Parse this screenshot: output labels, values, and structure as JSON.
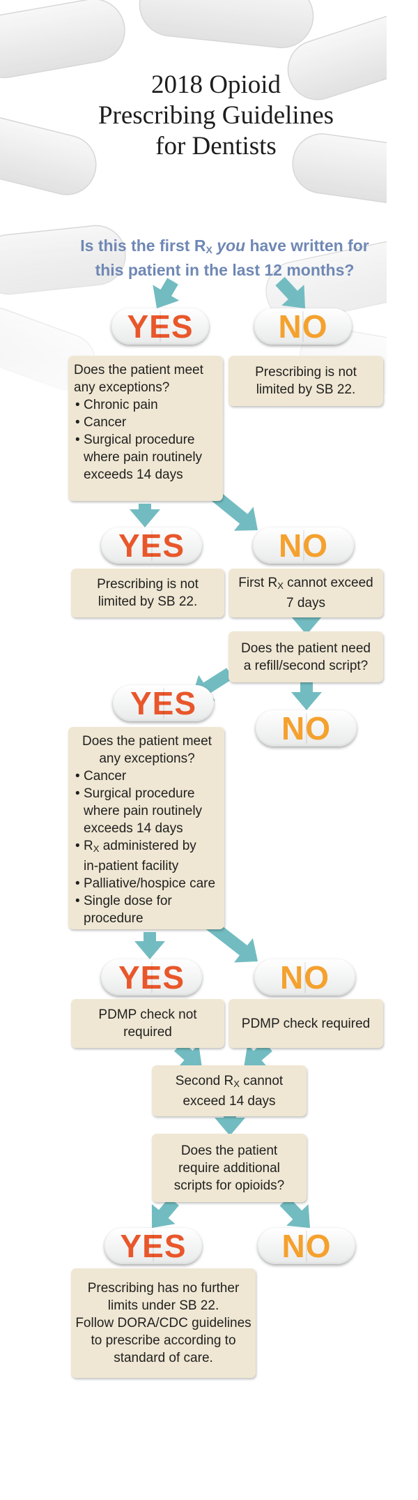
{
  "title": {
    "line1": "2018 Opioid",
    "line2": "Prescribing Guidelines",
    "line3": "for Dentists"
  },
  "question": {
    "part1": "Is this the first R",
    "sub": "X",
    "you": "you",
    "part2": " have written for",
    "line2": "this patient in the last 12 months?"
  },
  "labels": {
    "yes": "YES",
    "no": "NO"
  },
  "boxes": {
    "q1_exceptions": {
      "line1": "Does the patient meet",
      "line2": "any exceptions?",
      "items": [
        "Chronic pain",
        "Cancer",
        "Surgical procedure",
        "where pain routinely",
        "exceeds 14 days"
      ]
    },
    "not_limited_1": {
      "line1": "Prescribing is not",
      "line2": "limited by SB 22."
    },
    "not_limited_2": {
      "line1": "Prescribing is not",
      "line2": "limited by SB 22."
    },
    "first_rx": {
      "part1": "First R",
      "sub": "X",
      "part2": " cannot exceed",
      "line2": "7 days"
    },
    "refill": {
      "line1": "Does the patient need",
      "line2": "a refill/second script?"
    },
    "q2_exceptions": {
      "line1": "Does the patient meet",
      "line2": "any exceptions?",
      "items": [
        "Cancer",
        "Surgical procedure",
        "where pain routinely",
        "exceeds 14 days",
        "administered by",
        "in-patient facility",
        "Palliative/hospice care",
        "Single dose for",
        "procedure"
      ],
      "rx": "R",
      "rx_sub": "X"
    },
    "pdmp_not": {
      "line1": "PDMP check not",
      "line2": "required"
    },
    "pdmp_req": {
      "line1": "PDMP check required"
    },
    "second_rx": {
      "part1": "Second R",
      "sub": "X",
      "part2": " cannot",
      "line2": "exceed 14 days"
    },
    "additional": {
      "line1": "Does the patient",
      "line2": "require additional",
      "line3": "scripts for opioids?"
    },
    "final": {
      "line1": "Prescribing has no further",
      "line2": "limits under SB 22.",
      "line3": "Follow DORA/CDC guidelines",
      "line4": "to prescribe according to",
      "line5": "standard of care."
    }
  },
  "colors": {
    "yes": "#e8572b",
    "no": "#f4a12e",
    "arrow": "#72bcc1",
    "box": "#efe7d3",
    "question": "#6f88b4"
  }
}
